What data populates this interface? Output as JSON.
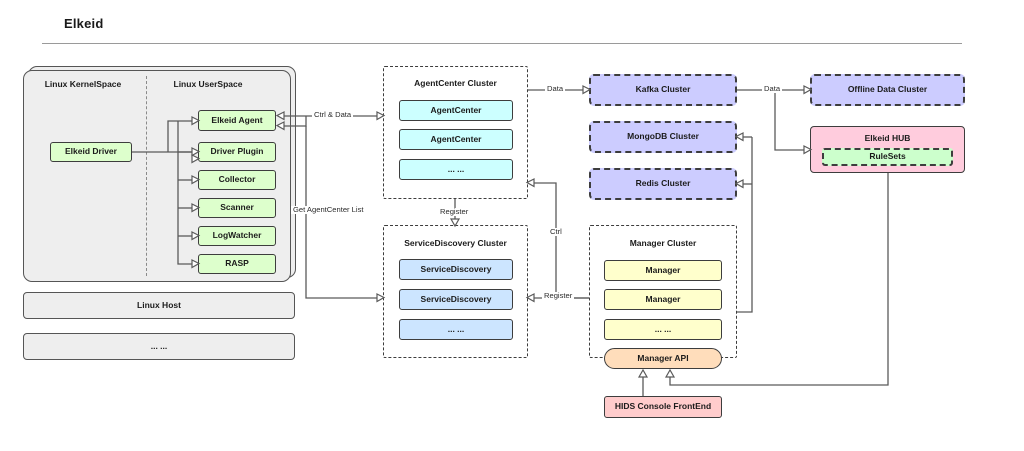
{
  "page": {
    "title": "Elkeid",
    "colors": {
      "agent_green": "#ddffcc",
      "agentcenter_cyan": "#ccffff",
      "servicediscovery_blue": "#cce5ff",
      "store_purple": "#ccccff",
      "manager_yellow": "#ffffcc",
      "manager_api_orange": "#ffddbb",
      "hub_pink": "#ffccdd",
      "rulesets_green": "#ccffcc",
      "console_pink": "#ffcccc",
      "host_gray": "#eeeeee",
      "stroke": "#3d3d3d",
      "wire": "#5a5a5a"
    }
  },
  "host": {
    "lanes": [
      {
        "label": "Linux KernelSpace"
      },
      {
        "label": "Linux UserSpace"
      }
    ],
    "kernel_nodes": [
      {
        "label": "Elkeid Driver"
      }
    ],
    "user_nodes": [
      {
        "label": "Elkeid Agent"
      },
      {
        "label": "Driver Plugin"
      },
      {
        "label": "Collector"
      },
      {
        "label": "Scanner"
      },
      {
        "label": "LogWatcher"
      },
      {
        "label": "RASP"
      }
    ],
    "stack": [
      {
        "label": "Linux Host"
      },
      {
        "label": "... ..."
      }
    ]
  },
  "agentcenter_cluster": {
    "title": "AgentCenter Cluster",
    "nodes": [
      {
        "label": "AgentCenter"
      },
      {
        "label": "AgentCenter"
      },
      {
        "label": "... ..."
      }
    ]
  },
  "servicediscovery_cluster": {
    "title": "ServiceDiscovery Cluster",
    "nodes": [
      {
        "label": "ServiceDiscovery"
      },
      {
        "label": "ServiceDiscovery"
      },
      {
        "label": "... ..."
      }
    ]
  },
  "datastores": [
    {
      "label": "Kafka Cluster"
    },
    {
      "label": "MongoDB Cluster"
    },
    {
      "label": "Redis Cluster"
    }
  ],
  "offline": {
    "label": "Offline Data Cluster"
  },
  "manager_cluster": {
    "title": "Manager Cluster",
    "nodes": [
      {
        "label": "Manager"
      },
      {
        "label": "Manager"
      },
      {
        "label": "... ..."
      }
    ],
    "api": {
      "label": "Manager API"
    }
  },
  "hub": {
    "title": "Elkeid HUB",
    "inner": {
      "label": "RuleSets"
    }
  },
  "console": {
    "label": "HIDS Console FrontEnd"
  },
  "edges": [
    {
      "label": "Ctrl & Data"
    },
    {
      "label": "Get AgentCenter List"
    },
    {
      "label": "Data"
    },
    {
      "label": "Data"
    },
    {
      "label": "Register"
    },
    {
      "label": "Ctrl"
    },
    {
      "label": "Register"
    }
  ]
}
